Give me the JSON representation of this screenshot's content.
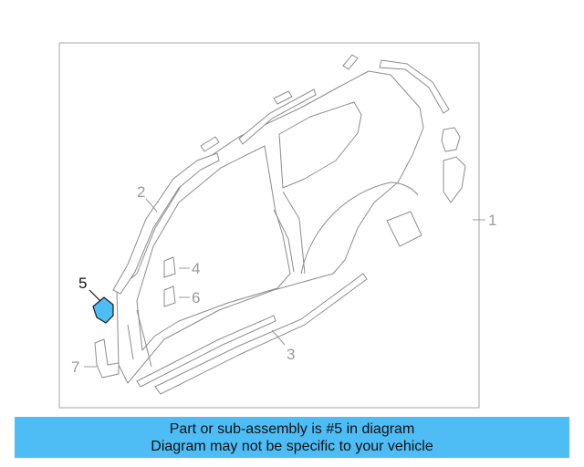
{
  "diagram": {
    "callouts": {
      "c1": "1",
      "c2": "2",
      "c3": "3",
      "c4": "4",
      "c5": "5",
      "c6": "6",
      "c7": "7"
    },
    "highlighted_part": "5",
    "highlight_color": "#4ebdf5"
  },
  "banner": {
    "line1": "Part or sub-assembly is #5 in diagram",
    "line2": "Diagram may not be specific to your vehicle"
  }
}
